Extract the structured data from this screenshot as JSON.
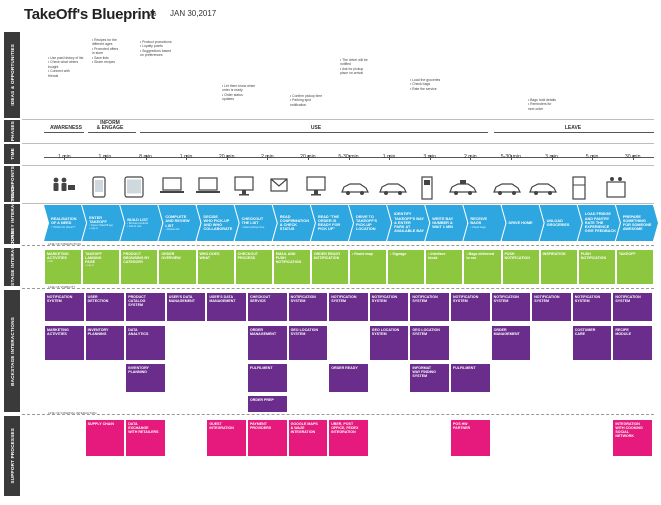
{
  "header": {
    "title": "TakeOff's Blueprint",
    "version": "V.6",
    "date": "JAN 30,2017"
  },
  "lanes": {
    "ideas": "IDEAS & OPPORTUNITIES",
    "phases": "PHASES",
    "time": "TIME",
    "touchpoints": "TOUCHPOINTS",
    "user": "USER JOURNEY INTERACTIONS",
    "front": "FRONTSTAGE INTERACTIONS",
    "back": "BACKSTAGE INTERACTIONS",
    "support": "SUPPORT PROCESSES"
  },
  "line_labels": {
    "interaction": "LINE OF INTERACTION",
    "visibility": "LINE OF VISIBILITY",
    "internal": "LINE OF INTERNAL INTERACTION"
  },
  "ideas": [
    "• Use past history of list\n• Check what others\n  bought\n• Connect with\n  friends",
    "• Recipes for the\n  different ages\n• Promoted offers\n  in store\n• Save lists\n• Share recipes",
    "• Product promotions\n• Loyalty points\n• Suggestions based\n  on preferences",
    "• Let them know when\n  order is ready\n• Order status\n  updates",
    "• Confirm pickup time\n• Parking spot\n  notification",
    "• The driver will be\n  notified\n• Ask for pickup\n  place on arrival",
    "• Load the groceries\n• Check bags\n• Rate the service",
    "• Bags hold details\n• Reminders for\n  next order"
  ],
  "phases": [
    {
      "label": "AWARENESS"
    },
    {
      "label": "INFORM\n& ENGAGE"
    },
    {
      "label": "USE"
    },
    {
      "label": "LEAVE"
    }
  ],
  "times": [
    "1 min",
    "1 min",
    "8 min",
    "1 min",
    "20 min",
    "2 min",
    "20 min",
    "5-30 min",
    "1 min",
    "3 min",
    "2 min",
    "5-30 min",
    "3 min",
    "5 min",
    "30 min"
  ],
  "journey": [
    {
      "title": "REALISATION\nOF A NEED",
      "sub": "• \"What's for dinner?\""
    },
    {
      "title": "ENTER\nTAKEOFF",
      "sub": "• Opens TakeOff app\n• Log in"
    },
    {
      "title": "BUILD LIST",
      "sub": "• Browse products\n• Add to cart"
    },
    {
      "title": "COMPLETE\nAND REVIEW\nLIST",
      "sub": "• Review list"
    },
    {
      "title": "DECIDE\nWHO PICK-UP\nAND WHO\nCOLLABORATE",
      "sub": ""
    },
    {
      "title": "CHECKOUT\nTHE LIST",
      "sub": "• Select pickup time"
    },
    {
      "title": "READ\nCONFIRMATION\n& CHECK\nSTATUS",
      "sub": ""
    },
    {
      "title": "READ \"THE\nORDER IS\nREADY FOR\nPICK UP\"",
      "sub": ""
    },
    {
      "title": "DRIVE TO\nTAKEOFF'S\nPICK-UP\nLOCATION",
      "sub": ""
    },
    {
      "title": "IDENTIFY\nTAKEOFF'S BAY\n& ENTER\nPARK AT\nAVAILABLE BAY",
      "sub": ""
    },
    {
      "title": "WRITE BAY\nNUMBER &\nWAIT 1 MIN",
      "sub": ""
    },
    {
      "title": "RECEIVE\nBAGS",
      "sub": "• Check bags"
    },
    {
      "title": "DRIVE HOME",
      "sub": ""
    },
    {
      "title": "UNLOAD\nGROCERIES",
      "sub": ""
    },
    {
      "title": "LOAD FRIDGE\nAND PANTRY\nRATE THE\nEXPERIENCE\nGIVE FEEDBACK",
      "sub": ""
    },
    {
      "title": "PREPARE\nSOMETHING\nFOR SOMEONE\nAWESOME",
      "sub": ""
    }
  ],
  "frontstage": [
    {
      "title": "MARKETING\nACTIVITIES",
      "sub": "• Ads"
    },
    {
      "title": "TAKEOFF\nLANDING\nPAGE",
      "sub": "• Log in"
    },
    {
      "title": "PRODUCT\nBROWSING BY\nCATEGORY",
      "sub": ""
    },
    {
      "title": "ORDER\nOVERVIEW",
      "sub": ""
    },
    {
      "title": "WHO DOES\nWHAT",
      "sub": ""
    },
    {
      "title": "CHECKOUT\nPROCESS",
      "sub": ""
    },
    {
      "title": "EMAIL AND\nPUSH\nNOTIFICATION",
      "sub": ""
    },
    {
      "title": "ORDER READY\nNOTIFICATION",
      "sub": ""
    },
    {
      "title": "• Route map",
      "sub": ""
    },
    {
      "title": "• Signage",
      "sub": ""
    },
    {
      "title": "• Interface\n  kiosk",
      "sub": ""
    },
    {
      "title": "• Bags delivered\n  to car",
      "sub": ""
    },
    {
      "title": "PUSH\nNOTIFICATION",
      "sub": ""
    },
    {
      "title": "INSPIRATION",
      "sub": ""
    },
    {
      "title": "PUSH\nNOTIFICATION",
      "sub": ""
    },
    {
      "title": "TAKEOFF",
      "sub": ""
    }
  ],
  "backstage_row1": [
    {
      "title": "NOTIFICATION\nSYSTEM",
      "sub": ""
    },
    {
      "title": "USER\nDETECTION",
      "sub": ""
    },
    {
      "title": "PRODUCT\nCATALOG\nSYSTEM",
      "sub": ""
    },
    {
      "title": "USER'S DATA\nMANAGEMENT",
      "sub": ""
    },
    {
      "title": "USER'S DATA\nMANAGEMENT",
      "sub": ""
    },
    {
      "title": "CHECKOUT\nSERVICE",
      "sub": ""
    },
    {
      "title": "NOTIFICATION\nSYSTEM",
      "sub": ""
    },
    {
      "title": "NOTIFICATION\nSYSTEM",
      "sub": ""
    },
    {
      "title": "NOTIFICATION\nSYSTEM",
      "sub": ""
    },
    {
      "title": "NOTIFICATION\nSYSTEM",
      "sub": ""
    },
    {
      "title": "NOTIFICATION\nSYSTEM",
      "sub": ""
    },
    {
      "title": "NOTIFICATION\nSYSTEM",
      "sub": ""
    },
    {
      "title": "NOTIFICATION\nSYSTEM",
      "sub": ""
    },
    {
      "title": "NOTIFICATION\nSYSTEM",
      "sub": ""
    },
    {
      "title": "NOTIFICATION\nSYSTEM",
      "sub": ""
    }
  ],
  "backstage_row2": [
    {
      "col": 0,
      "title": "MARKETING\nACTIVITIES",
      "sub": ""
    },
    {
      "col": 1,
      "title": "INVENTORY\nPLANNING",
      "sub": ""
    },
    {
      "col": 2,
      "title": "DATA\nANALYTICS",
      "sub": ""
    },
    {
      "col": 5,
      "title": "ORDER\nMANAGEMENT",
      "sub": ""
    },
    {
      "col": 6,
      "title": "GEO LOCATION\nSYSTEM",
      "sub": ""
    },
    {
      "col": 8,
      "title": "GEO LOCATION\nSYSTEM",
      "sub": ""
    },
    {
      "col": 9,
      "title": "GEO LOCATION\nSYSTEM",
      "sub": ""
    },
    {
      "col": 11,
      "title": "ORDER\nMANAGEMENT",
      "sub": ""
    },
    {
      "col": 13,
      "title": "COSTUMER\nCARE",
      "sub": ""
    },
    {
      "col": 14,
      "title": "RECIPE\nMODULE",
      "sub": ""
    }
  ],
  "backstage_row3": [
    {
      "col": 2,
      "title": "INVENTORY\nPLANNING",
      "sub": ""
    },
    {
      "col": 5,
      "title": "FULFILMENT",
      "sub": ""
    },
    {
      "col": 7,
      "title": "ORDER READY",
      "sub": ""
    },
    {
      "col": 9,
      "title": "INFORMAT\nWAY FINDING\nSYSTEM",
      "sub": ""
    },
    {
      "col": 10,
      "title": "FULFILMENT",
      "sub": ""
    }
  ],
  "backstage_row4": [
    {
      "col": 5,
      "title": "ORDER PREP",
      "sub": ""
    }
  ],
  "support": [
    {
      "col": 1,
      "title": "SUPPLY CHAIN",
      "sub": ""
    },
    {
      "col": 2,
      "title": "DATA\nEXCHANGE\nWITH RETAILERS",
      "sub": ""
    },
    {
      "col": 4,
      "title": "GUEST\nINTEGRATION",
      "sub": ""
    },
    {
      "col": 5,
      "title": "PAYMENT\nPROVIDERS",
      "sub": ""
    },
    {
      "col": 6,
      "title": "GOOGLE MAPS\n& WAZE\nINTEGRATION",
      "sub": ""
    },
    {
      "col": 7,
      "title": "UBER, POST\nOFFICE, FEDEX\nINTEGRATION",
      "sub": ""
    },
    {
      "col": 10,
      "title": "POS HW\nPARTNER",
      "sub": ""
    },
    {
      "col": 14,
      "title": "INTEGRATION\nWITH COOKING\nSOCIAL\nNETWORK",
      "sub": ""
    }
  ],
  "colors": {
    "journey": "#2ea7e0",
    "frontstage": "#8dc63f",
    "backstage": "#6b2d8c",
    "support": "#e6197c",
    "lane": "#3a3a3a"
  },
  "touchpoint_icons": [
    "friends-icon",
    "smartphone-icon",
    "tablet-icon",
    "laptop-icon",
    "desktop-icon",
    "email-icon",
    "car-icon",
    "kiosk-icon",
    "bags-icon",
    "fridge-icon",
    "stove-icon"
  ]
}
